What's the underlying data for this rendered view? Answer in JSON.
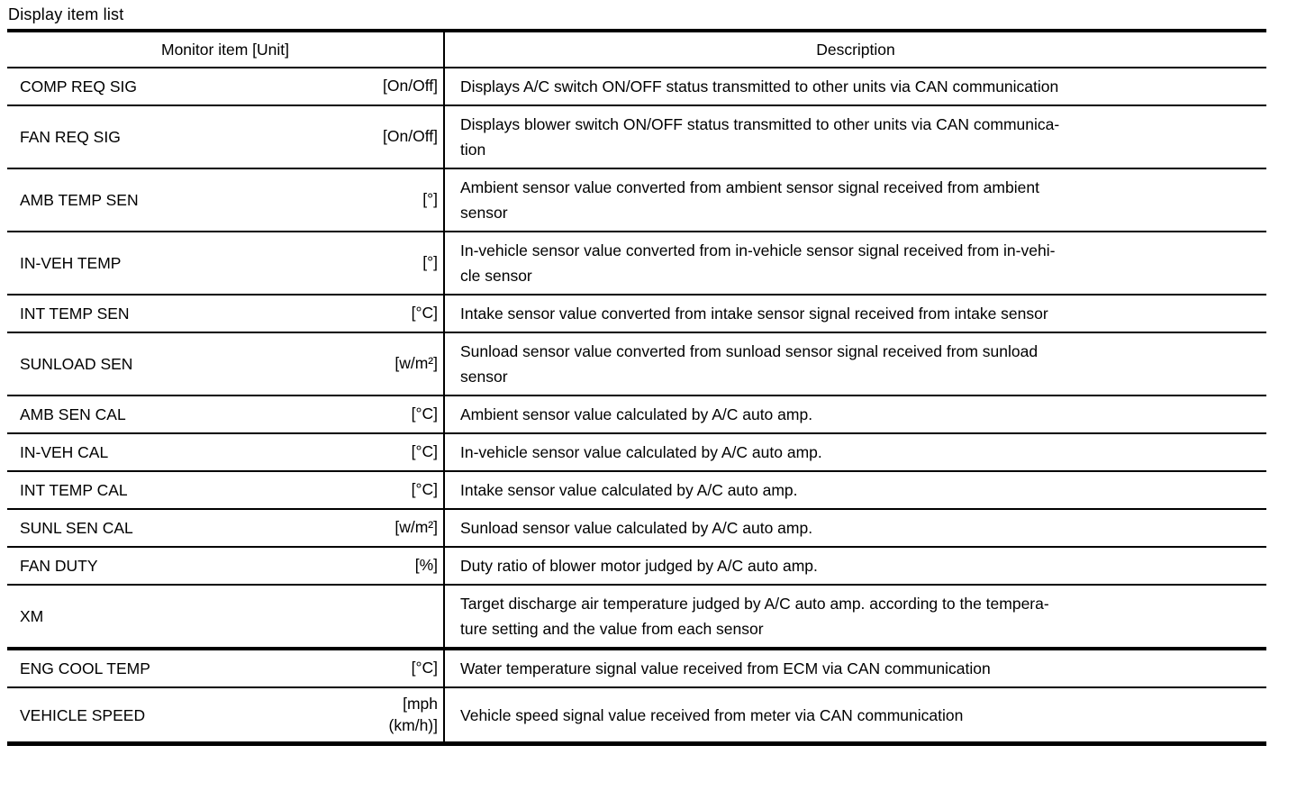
{
  "page_title": "Display item list",
  "table": {
    "columns": [
      {
        "label": "Monitor item [Unit]"
      },
      {
        "label": "Description"
      }
    ],
    "rows": [
      {
        "item": "COMP REQ SIG",
        "unit": "[On/Off]",
        "description": "Displays A/C switch ON/OFF status transmitted to other units via CAN communication",
        "thick_top_border": false
      },
      {
        "item": "FAN REQ SIG",
        "unit": "[On/Off]",
        "description": "Displays blower switch ON/OFF status transmitted to other units via CAN communica-\ntion",
        "thick_top_border": false
      },
      {
        "item": "AMB TEMP SEN",
        "unit": "[°]",
        "description": "Ambient sensor value converted from ambient sensor signal received from ambient\nsensor",
        "thick_top_border": false
      },
      {
        "item": "IN-VEH TEMP",
        "unit": "[°]",
        "description": "In-vehicle sensor value converted from in-vehicle sensor signal received from in-vehi-\ncle sensor",
        "thick_top_border": false
      },
      {
        "item": "INT TEMP SEN",
        "unit": "[°C]",
        "description": "Intake sensor value converted from intake sensor signal received from intake sensor",
        "thick_top_border": false
      },
      {
        "item": "SUNLOAD SEN",
        "unit": "[w/m²]",
        "description": "Sunload sensor value converted from sunload sensor signal received from sunload\nsensor",
        "thick_top_border": false
      },
      {
        "item": "AMB SEN CAL",
        "unit": "[°C]",
        "description": "Ambient sensor value calculated by A/C auto amp.",
        "thick_top_border": false
      },
      {
        "item": "IN-VEH CAL",
        "unit": "[°C]",
        "description": "In-vehicle sensor value calculated by A/C auto amp.",
        "thick_top_border": false
      },
      {
        "item": "INT TEMP CAL",
        "unit": "[°C]",
        "description": "Intake sensor value calculated by A/C auto amp.",
        "thick_top_border": false
      },
      {
        "item": "SUNL SEN CAL",
        "unit": "[w/m²]",
        "description": "Sunload sensor value calculated by A/C auto amp.",
        "thick_top_border": false
      },
      {
        "item": "FAN DUTY",
        "unit": "[%]",
        "description": "Duty ratio of blower motor judged by A/C auto amp.",
        "thick_top_border": false
      },
      {
        "item": "XM",
        "unit": "",
        "description": "Target discharge air temperature judged by A/C auto amp. according to the tempera-\nture setting and the value from each sensor",
        "thick_top_border": false
      },
      {
        "item": "ENG COOL TEMP",
        "unit": "[°C]",
        "description": "Water temperature signal value received from ECM via CAN communication",
        "thick_top_border": true
      },
      {
        "item": "VEHICLE SPEED",
        "unit": "[mph\n(km/h)]",
        "description": "Vehicle speed signal value received from meter via CAN communication",
        "thick_top_border": false
      }
    ]
  }
}
